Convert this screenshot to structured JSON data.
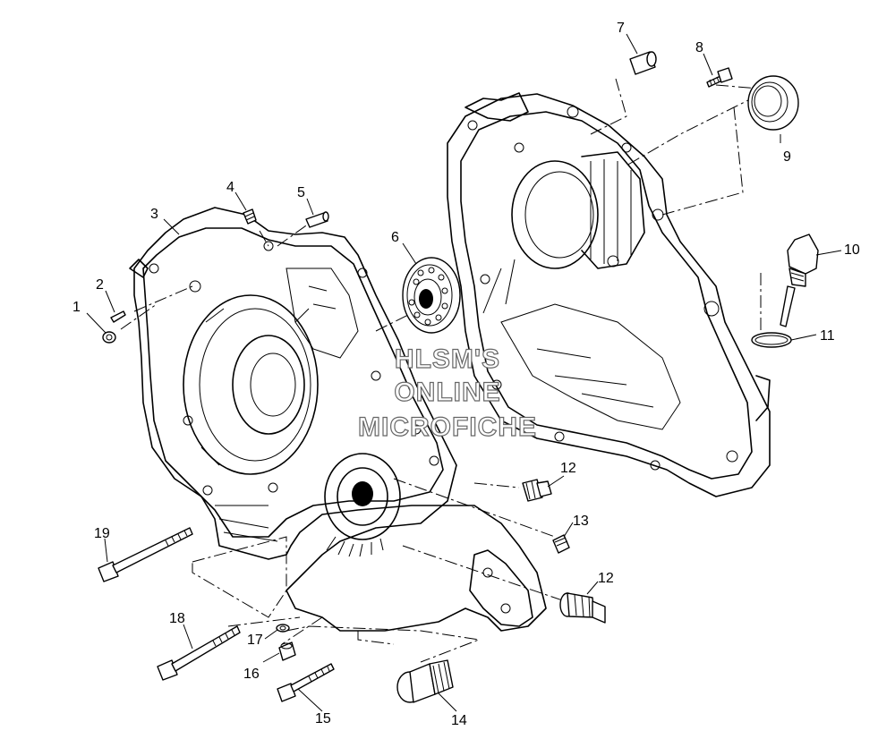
{
  "watermark": {
    "line1": "HLSM'S",
    "line2": "ONLINE",
    "line3": "MICROFICHE"
  },
  "callouts": [
    "1",
    "2",
    "3",
    "4",
    "5",
    "6",
    "7",
    "8",
    "9",
    "10",
    "11",
    "12",
    "13",
    "12",
    "14",
    "15",
    "16",
    "17",
    "18",
    "19"
  ]
}
